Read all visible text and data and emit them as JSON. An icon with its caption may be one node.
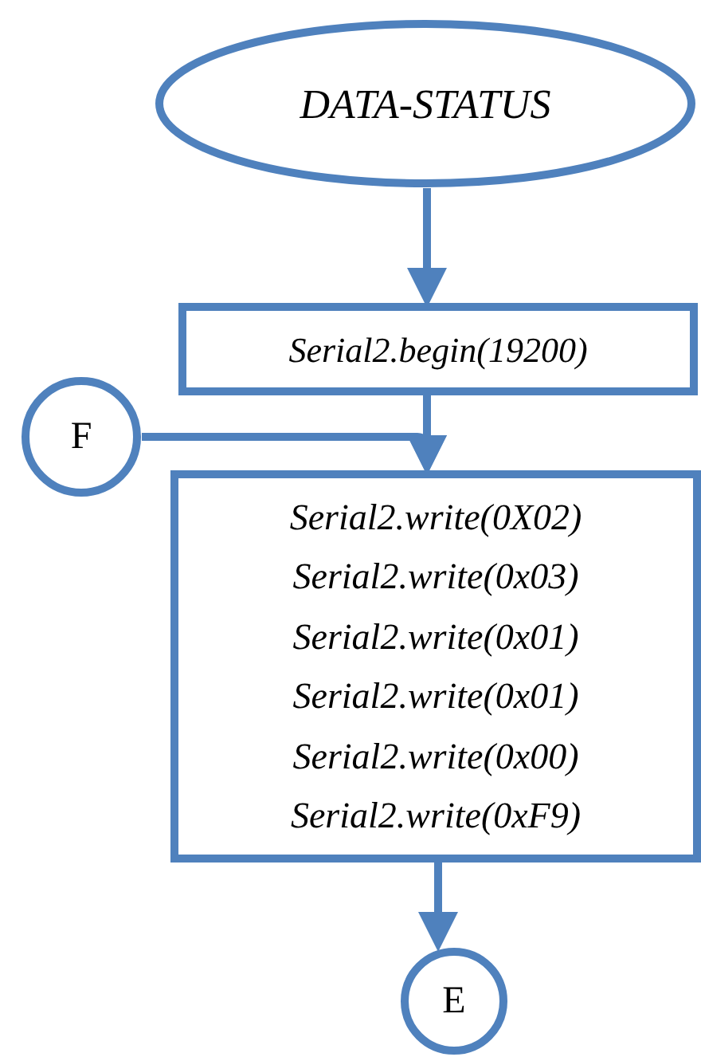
{
  "diagram": {
    "nodes": [
      {
        "text": [
          "DATA-STATUS"
        ]
      },
      {
        "text": [
          "Serial2.begin(19200)"
        ]
      },
      {
        "text": [
          "F"
        ]
      },
      {
        "text": [
          "Serial2.write(0X02)",
          "Serial2.write(0x03)",
          "Serial2.write(0x01)",
          "Serial2.write(0x01)",
          "Serial2.write(0x00)",
          "Serial2.write(0xF9)"
        ]
      },
      {
        "text": [
          "E"
        ]
      }
    ],
    "edges": [
      {
        "from": 0,
        "to": 1,
        "arrow": "to"
      },
      {
        "from": 1,
        "to": 3,
        "arrow": "to"
      },
      {
        "from": 2,
        "to": 3,
        "arrow": "to"
      },
      {
        "from": 3,
        "to": 4,
        "arrow": "to"
      }
    ]
  }
}
